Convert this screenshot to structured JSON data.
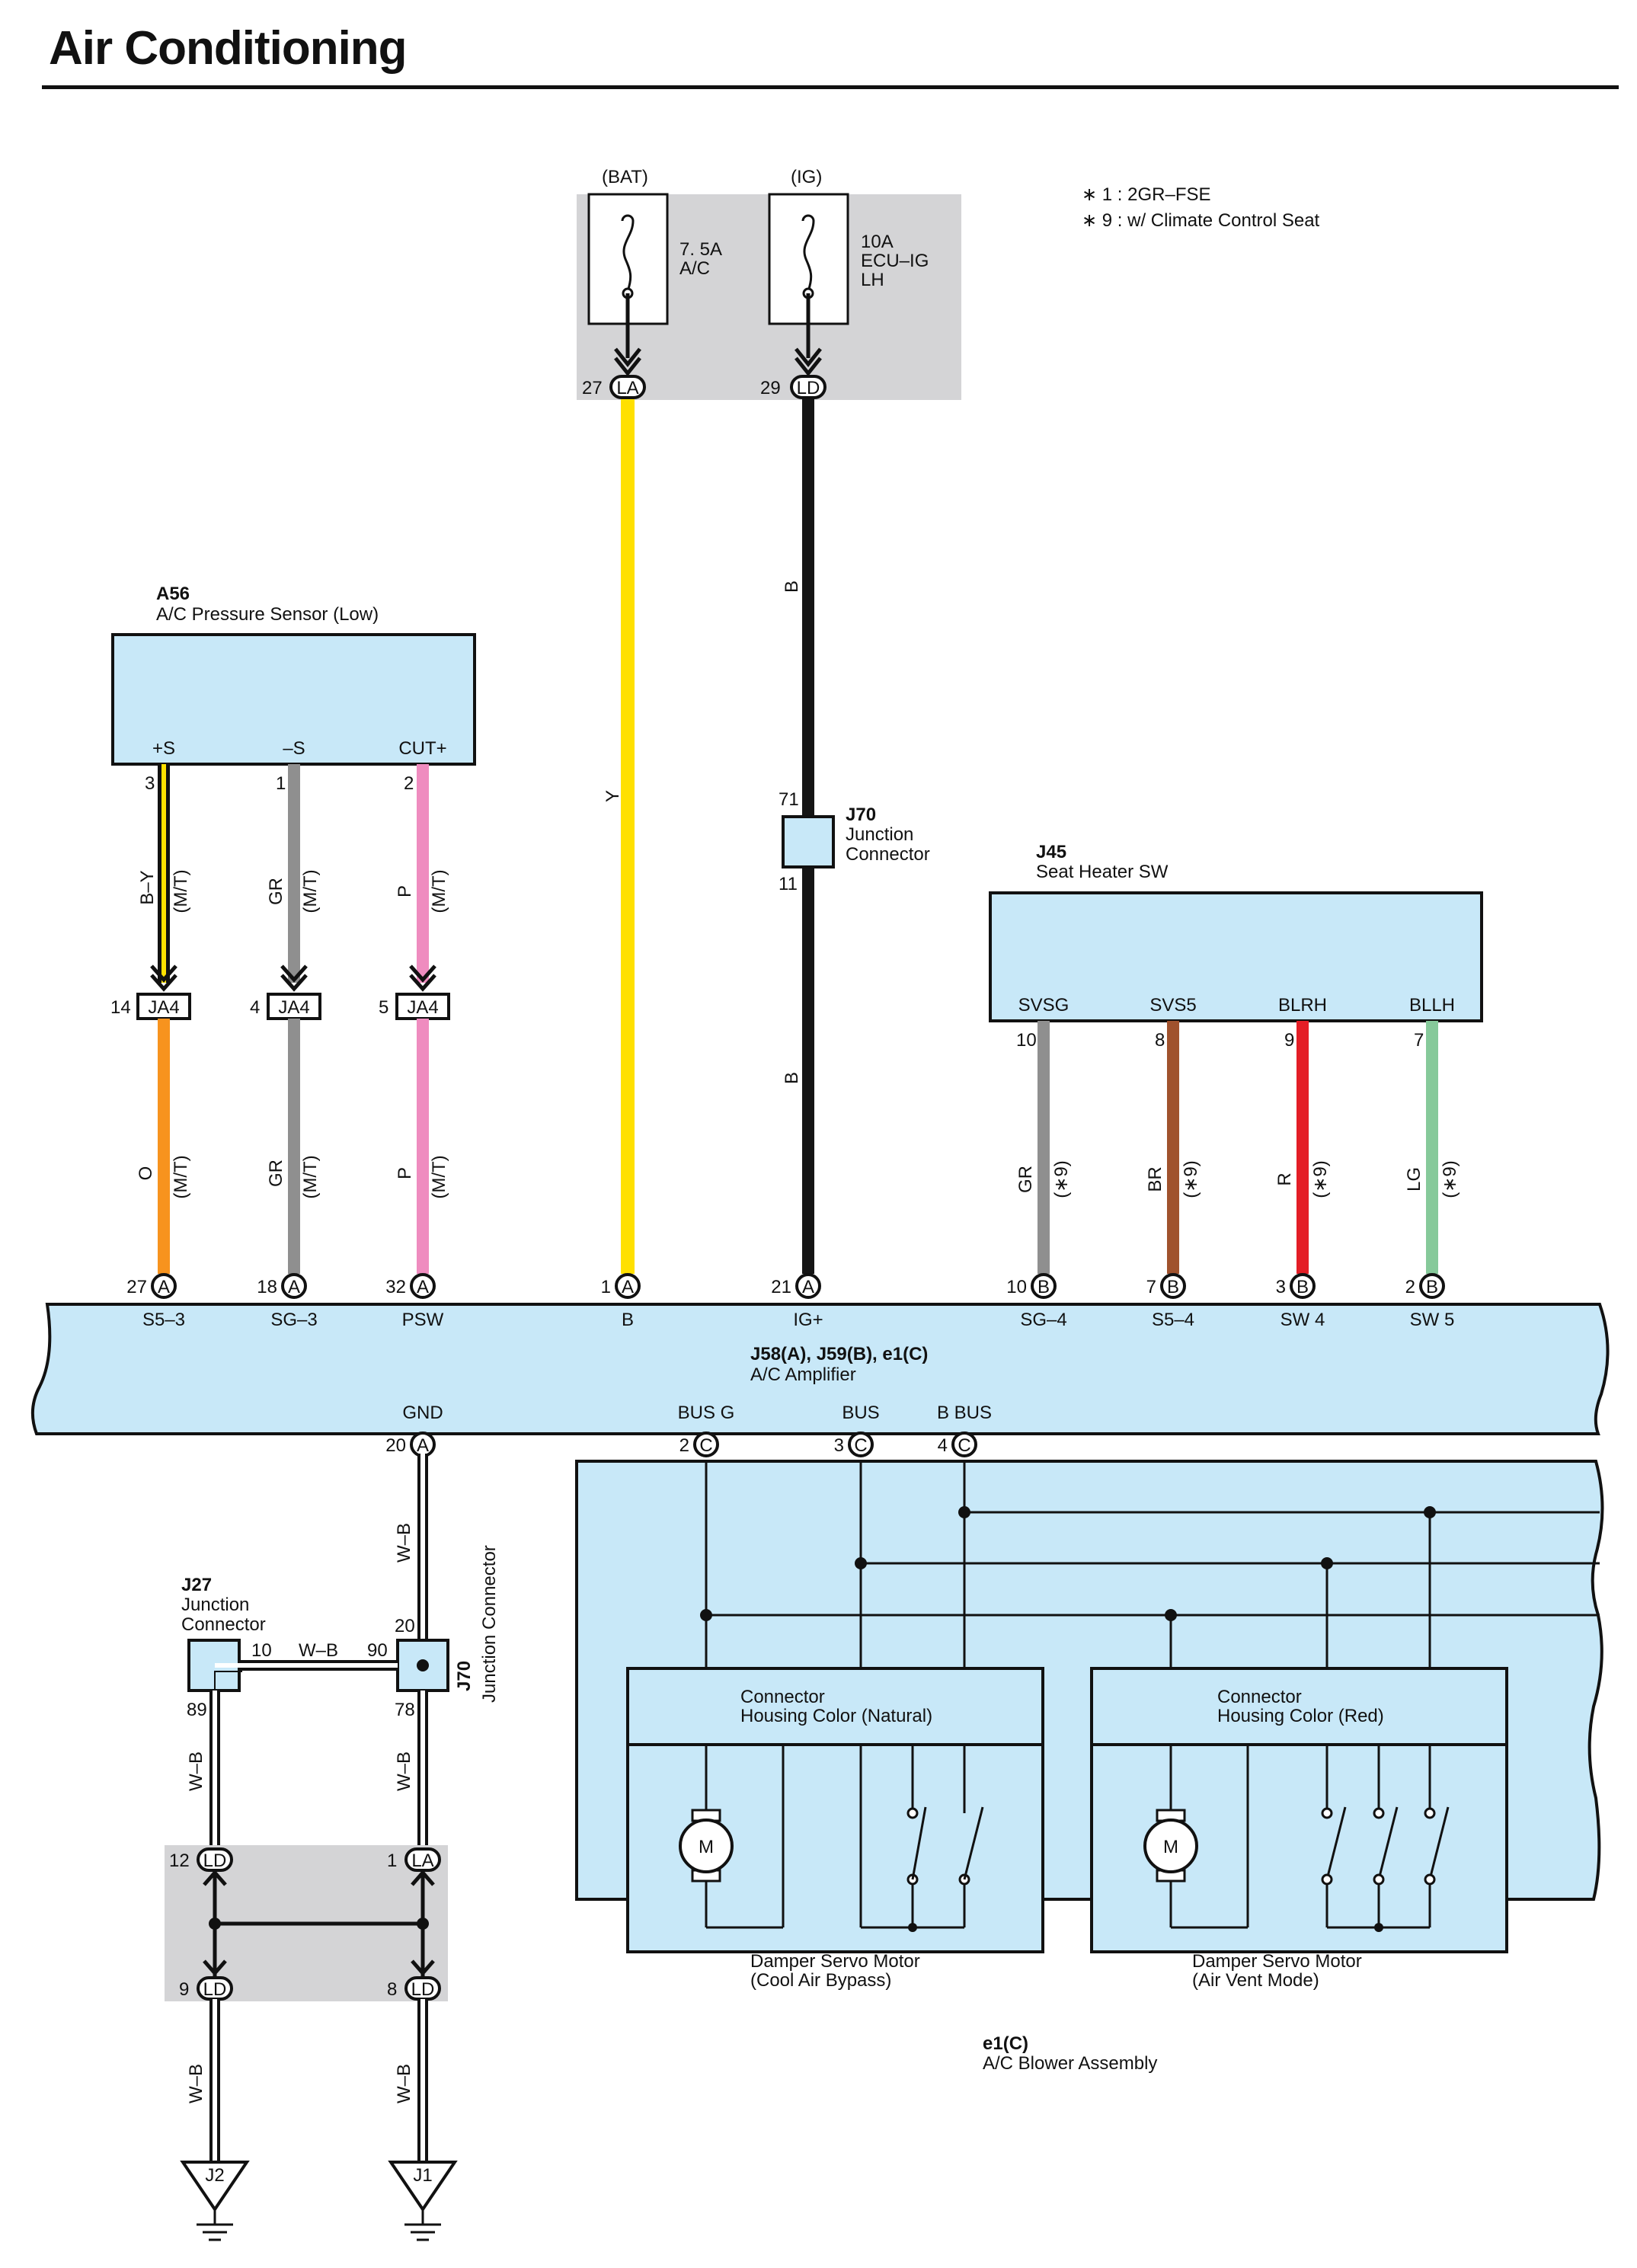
{
  "page": {
    "title": "Air Conditioning"
  },
  "notes": {
    "n1": "∗ 1 : 2GR–FSE",
    "n9": "∗ 9 : w/ Climate Control Seat"
  },
  "colors": {
    "component_fill": "#c8e8f8",
    "relay_block": "#d4d4d6",
    "Y": "#ffe000",
    "B": "#151515",
    "GR": "#8f8f8f",
    "P": "#ef8cbf",
    "O": "#f7931e",
    "BR": "#a0522d",
    "R": "#e41e26",
    "LG": "#86c99a"
  },
  "fuses": {
    "bat_label": "(BAT)",
    "ig_label": "(IG)",
    "fuse1_line1": "7. 5A",
    "fuse1_line2": "A/C",
    "fuse2_line1": "10A",
    "fuse2_line2": "ECU–IG",
    "fuse2_line3": "LH",
    "pin1": "27",
    "conn1": "LA",
    "pin2": "29",
    "conn2": "LD"
  },
  "a56": {
    "code": "A56",
    "name": "A/C Pressure Sensor (Low)",
    "term1": "+S",
    "term2": "–S",
    "term3": "CUT+",
    "pin1": "3",
    "pin2": "1",
    "pin3": "2",
    "wire1": "B–Y",
    "wire2": "GR",
    "wire3": "P",
    "mt": "(M/T)"
  },
  "ja4": {
    "label": "JA4",
    "pin1": "14",
    "pin2": "4",
    "pin3": "5",
    "wire1": "O",
    "wire2": "GR",
    "wire3": "P"
  },
  "main_wires": {
    "y": "Y",
    "b": "B"
  },
  "j70_top": {
    "code": "J70",
    "line1": "Junction",
    "line2": "Connector",
    "pin_in": "71",
    "pin_out": "11"
  },
  "j45": {
    "code": "J45",
    "name": "Seat Heater SW",
    "t1": "SVSG",
    "t2": "SVS5",
    "t3": "BLRH",
    "t4": "BLLH",
    "p1": "10",
    "p2": "8",
    "p3": "9",
    "p4": "7",
    "w1": "GR",
    "w2": "BR",
    "w3": "R",
    "w4": "LG",
    "note": "(∗9)"
  },
  "amp": {
    "line1": "J58(A), J59(B), e1(C)",
    "line2": "A/C Amplifier",
    "pins": [
      {
        "num": "27",
        "conn": "A",
        "term": "S5–3"
      },
      {
        "num": "18",
        "conn": "A",
        "term": "SG–3"
      },
      {
        "num": "32",
        "conn": "A",
        "term": "PSW"
      },
      {
        "num": "1",
        "conn": "A",
        "term": "B"
      },
      {
        "num": "21",
        "conn": "A",
        "term": "IG+"
      },
      {
        "num": "10",
        "conn": "B",
        "term": "SG–4"
      },
      {
        "num": "7",
        "conn": "B",
        "term": "S5–4"
      },
      {
        "num": "3",
        "conn": "B",
        "term": "SW 4"
      },
      {
        "num": "2",
        "conn": "B",
        "term": "SW 5"
      }
    ],
    "bottom": [
      {
        "num": "20",
        "conn": "A",
        "term": "GND"
      },
      {
        "num": "2",
        "conn": "C",
        "term": "BUS G"
      },
      {
        "num": "3",
        "conn": "C",
        "term": "BUS"
      },
      {
        "num": "4",
        "conn": "C",
        "term": "B BUS"
      }
    ]
  },
  "ground": {
    "wire": "W–B",
    "j27_code": "J27",
    "j27_line1": "Junction",
    "j27_line2": "Connector",
    "j27_pin_right": "10",
    "j27_pin_bottom": "89",
    "j70_code": "J70",
    "j70_name": "Junction Connector",
    "j70_pin_top": "20",
    "j70_pin_left": "90",
    "j70_pin_bottom": "78",
    "jb_p1": "12",
    "jb_c1": "LD",
    "jb_p2": "1",
    "jb_c2": "LA",
    "jb_p3": "9",
    "jb_c3": "LD",
    "jb_p4": "8",
    "jb_c4": "LD",
    "g1": "J2",
    "g2": "J1"
  },
  "blower": {
    "code": "e1(C)",
    "name": "A/C Blower Assembly",
    "conn1_line1": "Connector",
    "conn1_line2": "Housing Color (Natural)",
    "conn2_line1": "Connector",
    "conn2_line2": "Housing Color (Red)",
    "motor": "M",
    "servo1_line1": "Damper Servo Motor",
    "servo1_line2": "(Cool Air Bypass)",
    "servo2_line1": "Damper Servo Motor",
    "servo2_line2": "(Air Vent Mode)"
  }
}
